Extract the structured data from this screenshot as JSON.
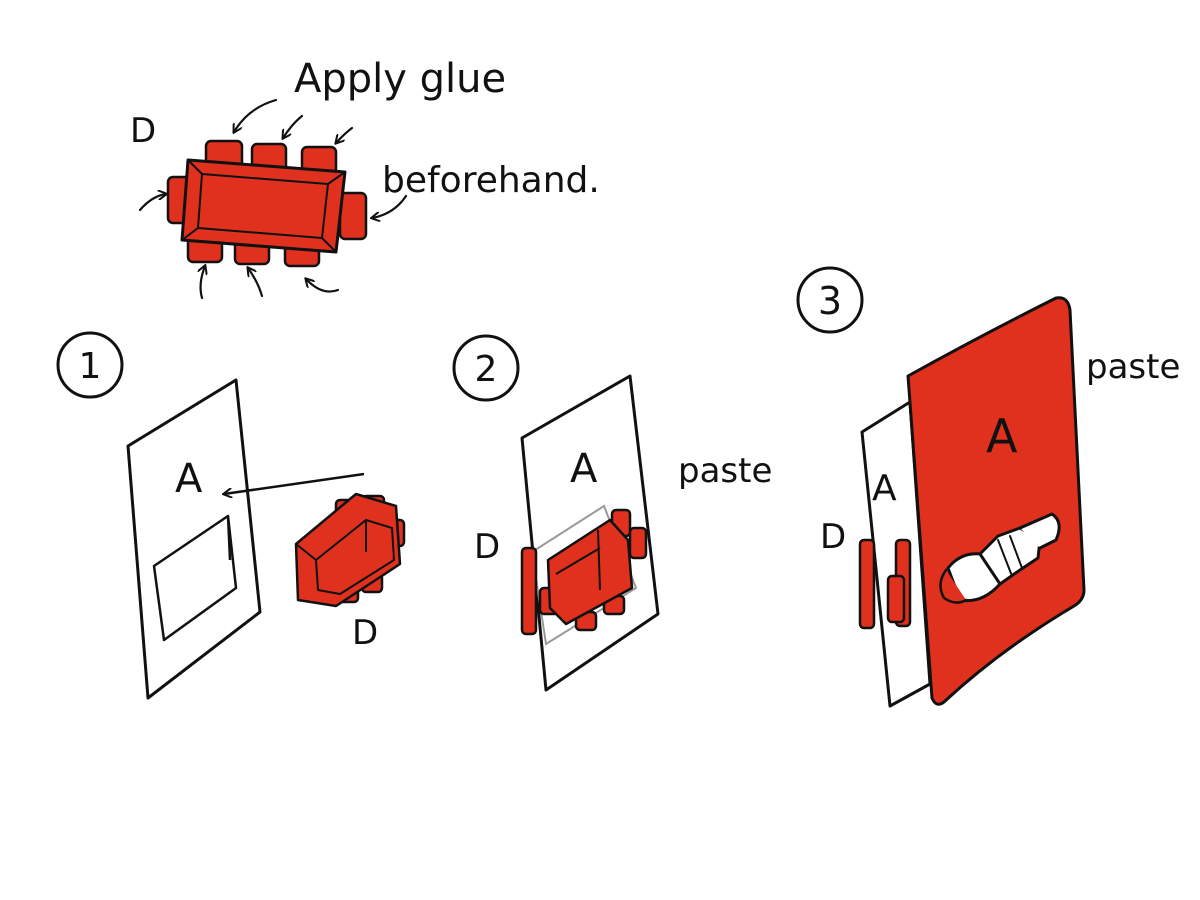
{
  "colors": {
    "ink": "#111111",
    "red": "#e0301e",
    "red_dark": "#a81d12",
    "ghost": "#999999",
    "paper": "#ffffff"
  },
  "intro": {
    "part_label": "D",
    "note_line1": "Apply glue",
    "note_line2": "beforehand."
  },
  "steps": [
    {
      "number": "1",
      "page_label": "A",
      "part_label": "D"
    },
    {
      "number": "2",
      "page_label": "A",
      "part_label": "D",
      "action": "paste"
    },
    {
      "number": "3",
      "back_page_label": "A",
      "cover_page_label": "A",
      "part_label": "D",
      "action": "paste"
    }
  ]
}
